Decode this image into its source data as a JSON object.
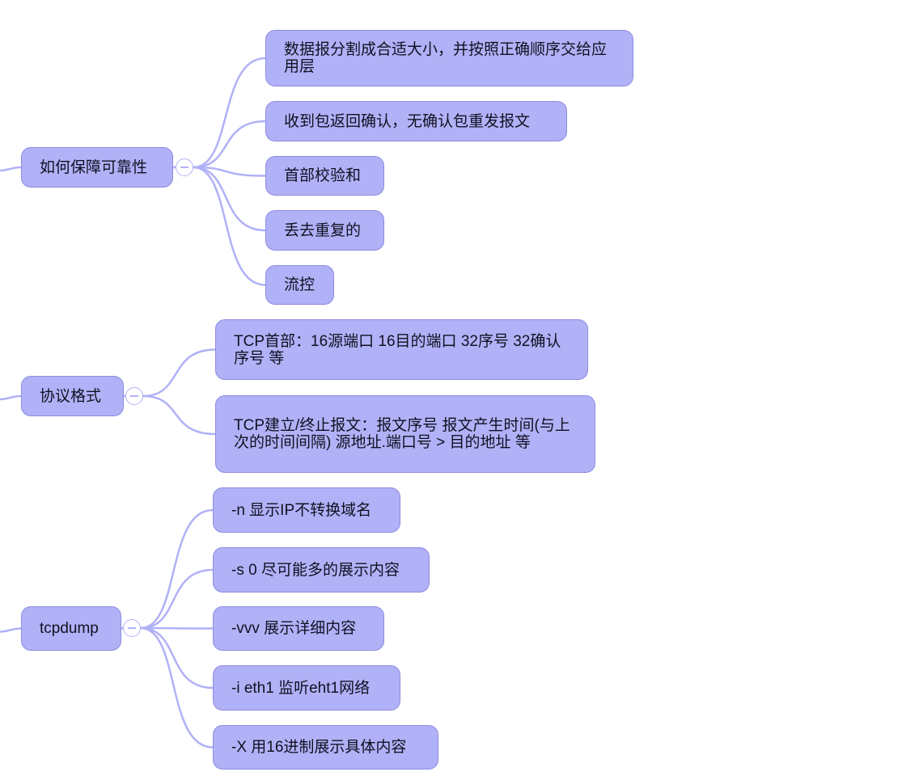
{
  "colors": {
    "node_fill": "#b1b1f7",
    "node_border": "#8c8ce2",
    "connector": "#b1b1f7",
    "text": "#111122"
  },
  "topics": [
    {
      "label": "如何保障可靠性",
      "collapse_icon": "minus-circle-icon",
      "children": [
        "数据报分割成合适大小，并按照正确顺序交给应用层",
        "收到包返回确认，无确认包重发报文",
        "首部校验和",
        "丢去重复的",
        "流控"
      ]
    },
    {
      "label": "协议格式",
      "collapse_icon": "minus-circle-icon",
      "children": [
        "TCP首部：16源端口 16目的端口 32序号 32确认序号 等",
        "TCP建立/终止报文：报文序号 报文产生时间(与上次的时间间隔) 源地址.端口号 > 目的地址 等"
      ]
    },
    {
      "label": "tcpdump",
      "collapse_icon": "minus-circle-icon",
      "children": [
        "-n 显示IP不转换域名",
        "-s 0 尽可能多的展示内容",
        "-vvv 展示详细内容",
        "-i eth1 监听eht1网络",
        "-X 用16进制展示具体内容"
      ]
    }
  ]
}
